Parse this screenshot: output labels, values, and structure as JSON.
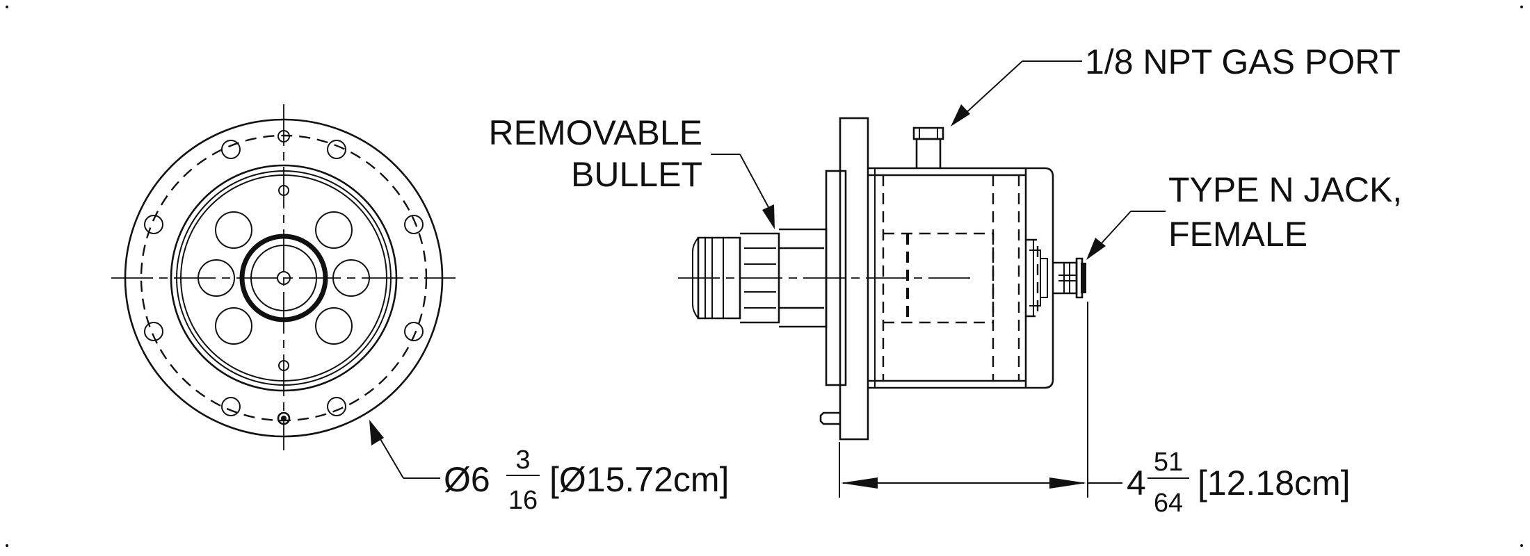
{
  "labels": {
    "gas_port": "1/8 NPT GAS PORT",
    "bullet_line1": "REMOVABLE",
    "bullet_line2": "BULLET",
    "jack_line1": "TYPE N JACK,",
    "jack_line2": "FEMALE"
  },
  "diameter_dimension": {
    "symbol_whole": "Ø6",
    "fraction_num": "3",
    "fraction_den": "16",
    "metric": "[Ø15.72cm]"
  },
  "length_dimension": {
    "whole": "4",
    "fraction_num": "51",
    "fraction_den": "64",
    "metric": "[12.18cm]"
  }
}
